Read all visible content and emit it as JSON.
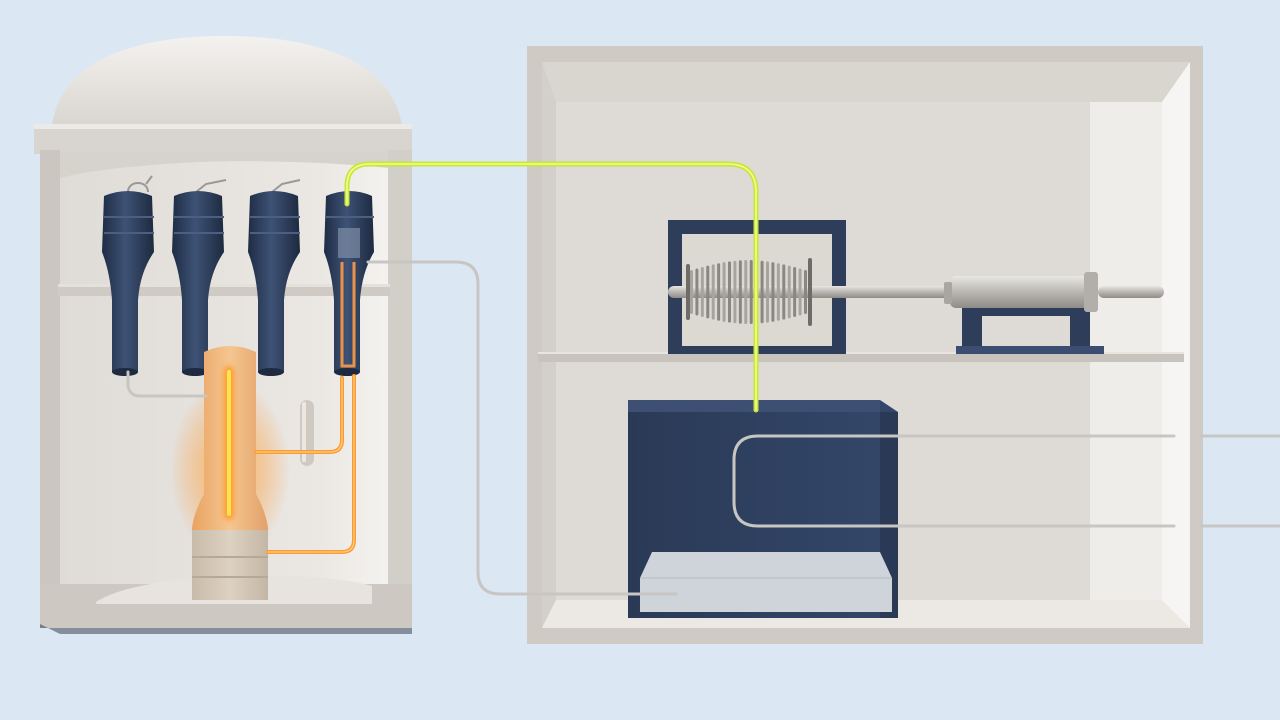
{
  "scene": {
    "colors": {
      "background": "#dbe8f4",
      "building_wall": "#d4d0cb",
      "building_interior": "#ebe8e4",
      "component_dark_blue": "#2b3b57",
      "steam_line": "#d7f040",
      "hot_primary_coolant": "#ff9a2e",
      "piping_gray": "#c8c6c2"
    },
    "components": [
      {
        "name": "reactor-containment-building"
      },
      {
        "name": "containment-dome"
      },
      {
        "name": "steam-generators",
        "count": 4
      },
      {
        "name": "reactor-vessel"
      },
      {
        "name": "pressurizer"
      },
      {
        "name": "primary-coolant-loop"
      },
      {
        "name": "turbine-building"
      },
      {
        "name": "turbine"
      },
      {
        "name": "generator"
      },
      {
        "name": "condenser"
      },
      {
        "name": "steam-line"
      },
      {
        "name": "feedwater-line"
      },
      {
        "name": "cooling-water-pipes"
      }
    ]
  }
}
